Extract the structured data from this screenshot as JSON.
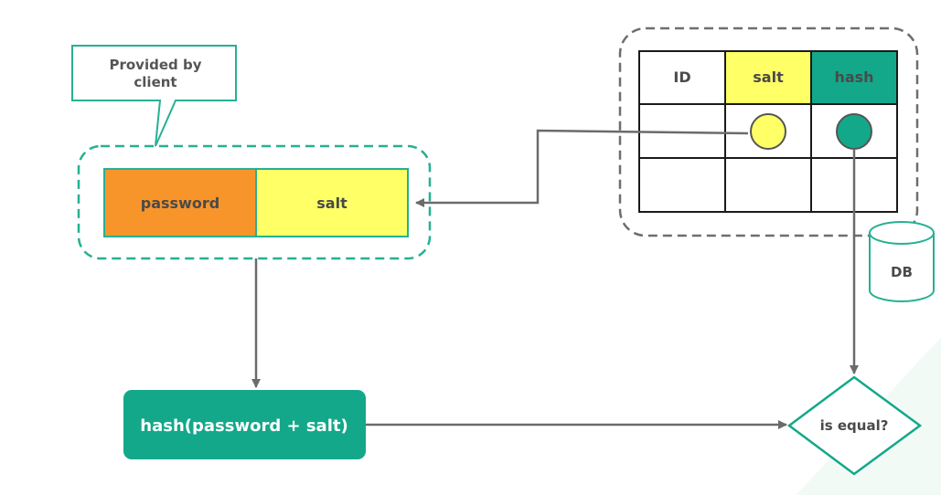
{
  "callout": {
    "line1": "Provided by",
    "line2": "client"
  },
  "input_box": {
    "password_label": "password",
    "salt_label": "salt"
  },
  "db_table": {
    "headers": [
      "ID",
      "salt",
      "hash"
    ]
  },
  "db_label": "DB",
  "hash_function_label": "hash(password + salt)",
  "decision_label": "is equal?",
  "colors": {
    "teal": "#13a88a",
    "teal_dashed": "#26b093",
    "orange": "#f7952b",
    "yellow": "#ffff66",
    "arrow_gray": "#6b6b6b",
    "dash_gray": "#6e6e6e",
    "corner_tint": "#f1faf5"
  }
}
